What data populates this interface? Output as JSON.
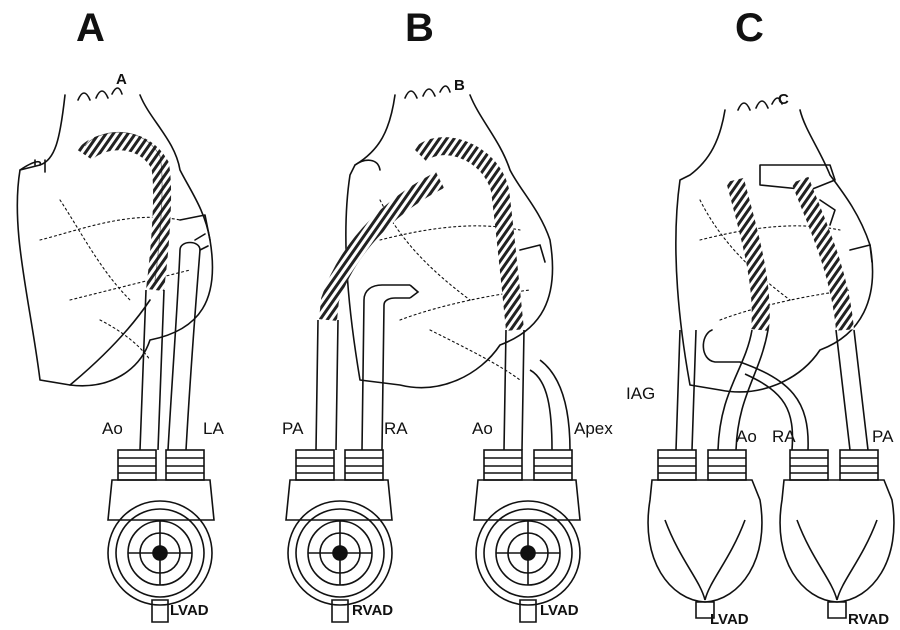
{
  "panels": [
    {
      "id": "A",
      "letter": "A",
      "small_letter": "A",
      "left_label": "Ao",
      "right_label": "LA",
      "device": "LVAD"
    },
    {
      "id": "B",
      "letter": "B",
      "small_letter": "B",
      "labels": [
        "PA",
        "RA",
        "Ao",
        "Apex"
      ],
      "devices": [
        "RVAD",
        "LVAD"
      ]
    },
    {
      "id": "C",
      "letter": "C",
      "small_letter": "C",
      "labels": [
        "IAG",
        "Ao",
        "RA",
        "PA"
      ],
      "devices": [
        "LVAD",
        "RVAD"
      ]
    }
  ],
  "colors": {
    "ink": "#111111",
    "background": "#ffffff"
  }
}
